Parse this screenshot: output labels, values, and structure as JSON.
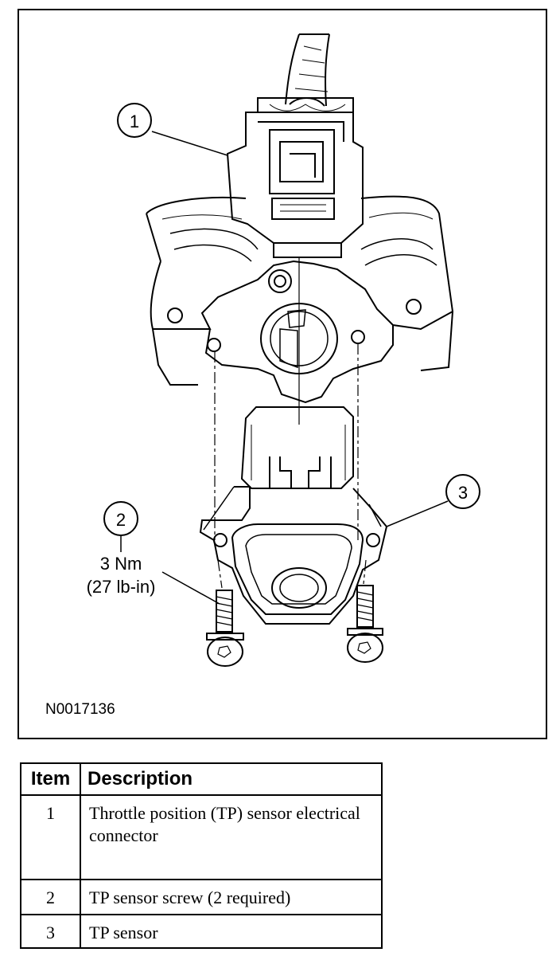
{
  "figure": {
    "callouts": [
      "1",
      "2",
      "3"
    ],
    "torque": {
      "value": "3 Nm",
      "alt": "(27 lb-in)"
    },
    "figure_id": "N0017136"
  },
  "legend": {
    "headers": {
      "item": "Item",
      "description": "Description"
    },
    "rows": [
      {
        "item": "1",
        "description": "Throttle position (TP) sensor electrical connector"
      },
      {
        "item": "2",
        "description": "TP sensor screw (2 required)"
      },
      {
        "item": "3",
        "description": "TP sensor"
      }
    ]
  }
}
